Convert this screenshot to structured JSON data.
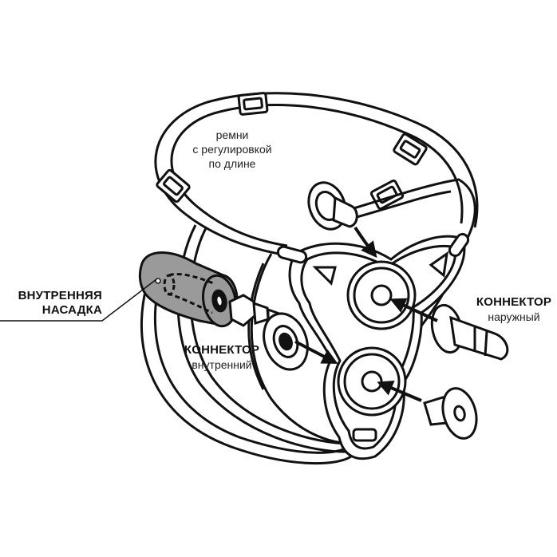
{
  "labels": {
    "straps": [
      "ремни",
      "с регулировкой",
      "по длине"
    ],
    "inner_insert": [
      "ВНУТРЕННЯЯ",
      "НАСАДКА"
    ],
    "connector_inner": {
      "title": "КОННЕКТОР",
      "sub": "внутренний"
    },
    "connector_outer": {
      "title": "КОННЕКТОР",
      "sub": "наружный"
    }
  },
  "colors": {
    "line": "#111111",
    "insert_fill": "#9a9a9a",
    "background": "#ffffff"
  }
}
